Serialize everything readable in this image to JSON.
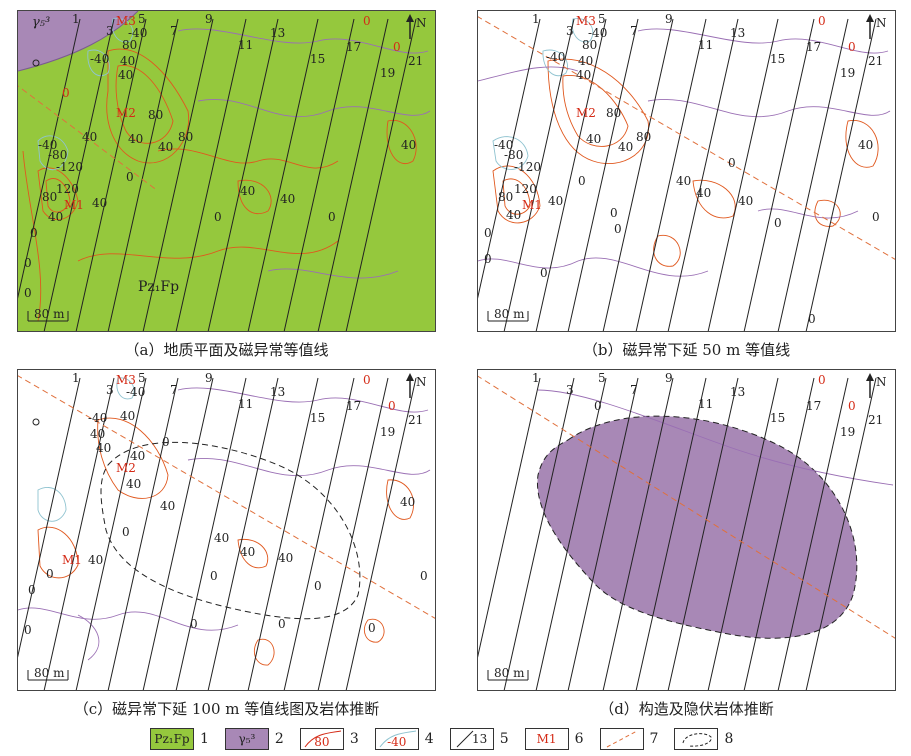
{
  "panels": [
    {
      "id": "a",
      "caption": "（a）地质平面及磁异常等值线",
      "fm_label": "Pz₁Fp",
      "granite_label": "γ₅³",
      "scale": "80 m",
      "north": "N",
      "lines": [
        "1",
        "3",
        "5",
        "7",
        "9",
        "11",
        "13",
        "15",
        "17",
        "19",
        "21"
      ],
      "labels": {
        "m1": "M1",
        "m2": "M2",
        "m3": "M3",
        "c1": "-40",
        "c2": "80",
        "c3": "40",
        "c4": "40",
        "c5": "-40",
        "c6": "80",
        "c7": "40",
        "c8": "40",
        "c9": "80",
        "c10": "40",
        "c11": "-40",
        "c12": "-80",
        "c13": "-120",
        "c14": "120",
        "c15": "80",
        "c16": "40",
        "c17": "40",
        "c18": "0",
        "c19": "0",
        "c20": "40",
        "c21": "40",
        "c22": "40",
        "c23": "0",
        "c24": "0",
        "c25": "0",
        "c26": "0",
        "r1": "0",
        "r2": "0",
        "r3": "0"
      }
    },
    {
      "id": "b",
      "caption": "（b）磁异常下延 50 m 等值线",
      "scale": "80 m",
      "north": "N",
      "lines": [
        "1",
        "3",
        "5",
        "7",
        "9",
        "11",
        "13",
        "15",
        "17",
        "19",
        "21"
      ],
      "labels": {
        "m1": "M1",
        "m2": "M2",
        "m3": "M3",
        "c1": "-40",
        "c2": "80",
        "c3": "-40",
        "c4": "40",
        "c5": "40",
        "c6": "80",
        "c7": "40",
        "c8": "80",
        "c9": "40",
        "c10": "-40",
        "c11": "-80",
        "c12": "-120",
        "c13": "120",
        "c14": "80",
        "c15": "40",
        "c16": "40",
        "c17": "0",
        "c18": "0",
        "c19": "40",
        "c20": "40",
        "c21": "40",
        "c22": "0",
        "c23": "0",
        "c24": "0",
        "c25": "0",
        "c26": "0",
        "c27": "0",
        "c28": "0",
        "c29": "40",
        "c30": "0",
        "r1": "0",
        "r2": "0"
      }
    },
    {
      "id": "c",
      "caption": "（c）磁异常下延 100 m 等值线图及岩体推断",
      "scale": "80 m",
      "north": "N",
      "lines": [
        "1",
        "3",
        "5",
        "7",
        "9",
        "11",
        "13",
        "15",
        "17",
        "19",
        "21"
      ],
      "labels": {
        "m1": "M1",
        "m2": "M2",
        "m3": "M3",
        "c1": "-40",
        "c2": "-40",
        "c3": "40",
        "c4": "40",
        "c5": "40",
        "c6": "40",
        "c7": "0",
        "c8": "40",
        "c9": "40",
        "c10": "0",
        "c11": "40",
        "c12": "40",
        "c13": "40",
        "c14": "40",
        "c15": "0",
        "c16": "0",
        "c17": "0",
        "c18": "0",
        "c19": "40",
        "c20": "0",
        "c21": "0",
        "c22": "0",
        "c23": "0",
        "c24": "0",
        "r1": "0",
        "r2": "0"
      }
    },
    {
      "id": "d",
      "caption": "（d）构造及隐伏岩体推断",
      "scale": "80 m",
      "north": "N",
      "lines": [
        "1",
        "3",
        "5",
        "7",
        "9",
        "11",
        "13",
        "15",
        "17",
        "19",
        "21"
      ],
      "labels": {
        "c1": "0",
        "r1": "0",
        "r2": "0"
      }
    }
  ],
  "legend": [
    {
      "symbol": "Pz₁Fp",
      "num": "1",
      "type": "fm-box",
      "color": "#95c83d"
    },
    {
      "symbol": "γ₅³",
      "num": "2",
      "type": "granite-box",
      "color": "#a888b6"
    },
    {
      "symbol": "80",
      "num": "3",
      "type": "contour-pos",
      "color": "#d42a16"
    },
    {
      "symbol": "-40",
      "num": "4",
      "type": "contour-neg",
      "color": "#d42a16"
    },
    {
      "symbol": "13",
      "num": "5",
      "type": "survey-line",
      "color": "#222222"
    },
    {
      "symbol": "M1",
      "num": "6",
      "type": "anomaly-box",
      "color": "#d42a16"
    },
    {
      "symbol": "",
      "num": "7",
      "type": "fault-line",
      "color": "#e0703c"
    },
    {
      "symbol": "",
      "num": "8",
      "type": "inferred-boundary",
      "color": "#222222"
    }
  ],
  "colors": {
    "formation": "#95c83d",
    "granite": "#a888b6",
    "positive_contour": "#e0581e",
    "negative_contour": "#8fc3d0",
    "zero_contour": "#9a6fb4",
    "anomaly_label": "#d42a16"
  }
}
